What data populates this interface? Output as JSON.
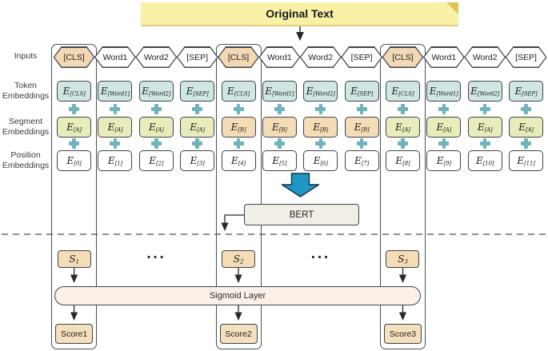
{
  "banner": {
    "label": "Original Text"
  },
  "row_labels": {
    "inputs": "Inputs",
    "token": [
      "Token",
      "Embeddings"
    ],
    "segment": [
      "Segment",
      "Embeddings"
    ],
    "position": [
      "Position",
      "Embeddings"
    ]
  },
  "e_symbol": "E",
  "columns": [
    {
      "input": "[CLS]",
      "is_cls": true,
      "grouped": true,
      "token_sub": "[CLS]",
      "segment_sub": "[A]",
      "segment_kind": "A",
      "position_sub": "[0]"
    },
    {
      "input": "Word1",
      "is_cls": false,
      "grouped": false,
      "token_sub": "[Word1]",
      "segment_sub": "[A]",
      "segment_kind": "A",
      "position_sub": "[1]"
    },
    {
      "input": "Word2",
      "is_cls": false,
      "grouped": false,
      "token_sub": "[Word2]",
      "segment_sub": "[A]",
      "segment_kind": "A",
      "position_sub": "[2]"
    },
    {
      "input": "[SEP]",
      "is_cls": false,
      "grouped": false,
      "token_sub": "[SEP]",
      "segment_sub": "[A]",
      "segment_kind": "A",
      "position_sub": "[3]"
    },
    {
      "input": "[CLS]",
      "is_cls": true,
      "grouped": true,
      "token_sub": "[CLS]",
      "segment_sub": "[B]",
      "segment_kind": "B",
      "position_sub": "[4]"
    },
    {
      "input": "Word1",
      "is_cls": false,
      "grouped": false,
      "token_sub": "[Word1]",
      "segment_sub": "[B]",
      "segment_kind": "B",
      "position_sub": "[5]"
    },
    {
      "input": "Word2",
      "is_cls": false,
      "grouped": false,
      "token_sub": "[Word2]",
      "segment_sub": "[B]",
      "segment_kind": "B",
      "position_sub": "[6]"
    },
    {
      "input": "[SEP]",
      "is_cls": false,
      "grouped": false,
      "token_sub": "[SEP]",
      "segment_sub": "[B]",
      "segment_kind": "B",
      "position_sub": "[7]"
    },
    {
      "input": "[CLS]",
      "is_cls": true,
      "grouped": true,
      "token_sub": "[CLS]",
      "segment_sub": "[A]",
      "segment_kind": "A",
      "position_sub": "[8]"
    },
    {
      "input": "Word1",
      "is_cls": false,
      "grouped": false,
      "token_sub": "[Word1]",
      "segment_sub": "[A]",
      "segment_kind": "A",
      "position_sub": "[9]"
    },
    {
      "input": "Word2",
      "is_cls": false,
      "grouped": false,
      "token_sub": "[Word2]",
      "segment_sub": "[A]",
      "segment_kind": "A",
      "position_sub": "[10]"
    },
    {
      "input": "[SEP]",
      "is_cls": false,
      "grouped": false,
      "token_sub": "[SEP]",
      "segment_sub": "[A]",
      "segment_kind": "A",
      "position_sub": "[11]"
    }
  ],
  "bert": {
    "label": "BERT"
  },
  "lower": {
    "dots": "...",
    "units": [
      {
        "s_base": "S",
        "s_sub": "1",
        "score": "Score1",
        "column_index": 0
      },
      {
        "s_base": "S",
        "s_sub": "2",
        "score": "Score2",
        "column_index": 4
      },
      {
        "s_base": "S",
        "s_sub": "3",
        "score": "Score3",
        "column_index": 8
      }
    ],
    "sigmoid": {
      "label": "Sigmoid Layer"
    }
  },
  "colors": {
    "token_fill": "#cfe6e3",
    "segment_a_fill": "#e7ecba",
    "segment_b_fill": "#f4dcb6",
    "position_fill": "#ffffff",
    "cls_fill": "#f2d8b4",
    "plus": "#6fb4ba",
    "blue_arrow": "#1f96c5",
    "blue_arrow_stroke": "#14303f",
    "banner_fill": "#f8f1a6",
    "banner_fold": "#ddc757",
    "bert_fill": "#f1eee6",
    "sigmoid_fill": "#fcf1e8",
    "score_fill": "#f4e0bc",
    "s_fill": "#f4dcb6",
    "box_border": "#3e444c",
    "line": "#26292d",
    "dashed_line": "#4d4d4d"
  }
}
